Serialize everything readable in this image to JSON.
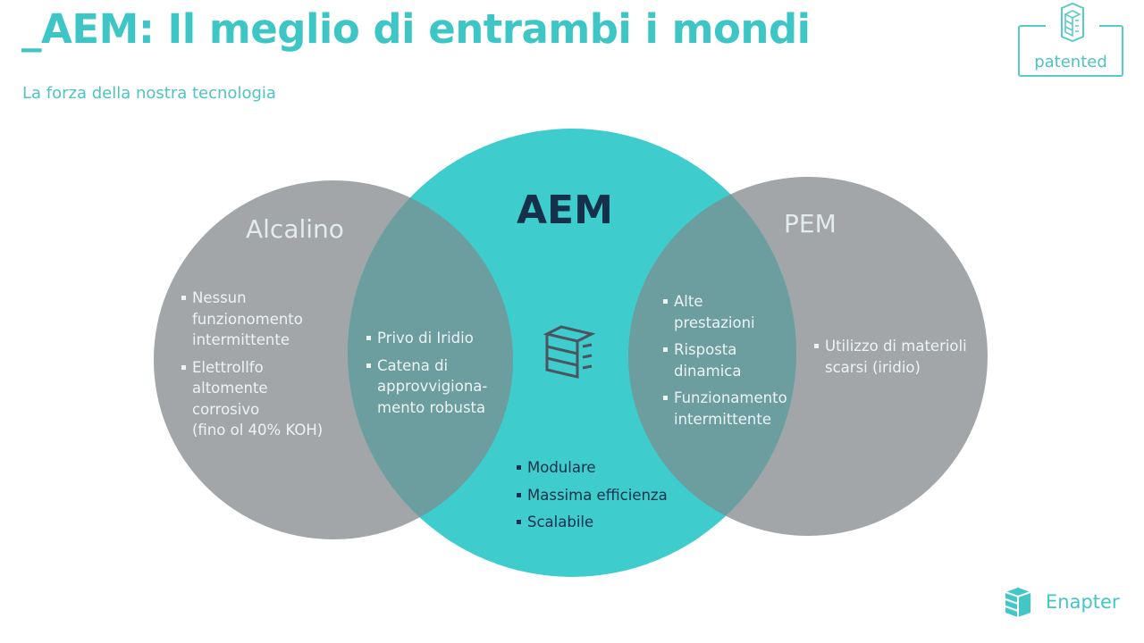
{
  "header": {
    "title": "_AEM: Il meglio di entrambi i mondi",
    "subtitle": "La forza della nostra tecnologia"
  },
  "badge": {
    "label": "patented",
    "icon": "cube-stack-icon"
  },
  "diagram": {
    "colors": {
      "gray": "#a3a6a8",
      "teal": "#3ecccc",
      "overlap": "#6c9ea0",
      "aem_text": "#14304a"
    },
    "left": {
      "heading": "Alcalino",
      "bullets": [
        "Nessun\nfunzionomento\nintermittente",
        "Elettrollfo\naltomente\ncorrosivo\n(fino ol 40% KOH)"
      ]
    },
    "left_overlap": {
      "bullets": [
        "Privo di Iridio",
        "Catena di\napprovvigiona-\nmento robusta"
      ]
    },
    "center": {
      "heading": "AEM",
      "icon": "cube-stack-icon",
      "bullets": [
        "Modulare",
        "Massima efficienza",
        "Scalabile"
      ]
    },
    "right_overlap": {
      "bullets": [
        "Alte\nprestazioni",
        "Risposta\ndinamica",
        "Funzionamento\nintermittente"
      ]
    },
    "right": {
      "heading": "PEM",
      "bullets": [
        "Utilizzo di materioli\nscarsi (iridio)"
      ]
    }
  },
  "footer": {
    "brand": "Enapter",
    "icon": "enapter-logo-icon"
  }
}
